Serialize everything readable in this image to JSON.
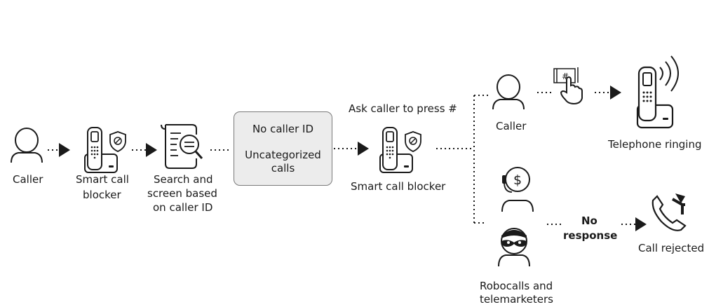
{
  "labels": {
    "caller_left": "Caller",
    "blocker_left_1": "Smart call",
    "blocker_left_2": "blocker",
    "search_1": "Search and",
    "search_2": "screen based",
    "search_3": "on caller ID",
    "box_top": "No caller ID",
    "box_bottom_1": "Uncategorized",
    "box_bottom_2": "calls",
    "ask_press": "Ask caller to press #",
    "blocker_mid": "Smart call blocker",
    "caller_right": "Caller",
    "hash_key": "#",
    "telephone_ringing": "Telephone ringing",
    "no_response_1": "No",
    "no_response_2": "response",
    "call_rejected": "Call rejected",
    "robocalls_1": "Robocalls and",
    "robocalls_2": "telemarketers",
    "dollar": "$"
  },
  "icons": [
    "person-icon",
    "cordless-phone-shield-icon",
    "document-magnifier-icon",
    "finger-press-hash-icon",
    "ringing-phone-icon",
    "headset-dollar-person-icon",
    "masked-person-icon",
    "rejected-handset-icon"
  ],
  "colors": {
    "ink": "#1a1a1a",
    "box_fill": "#ececec",
    "box_border": "#7a7a7a"
  }
}
